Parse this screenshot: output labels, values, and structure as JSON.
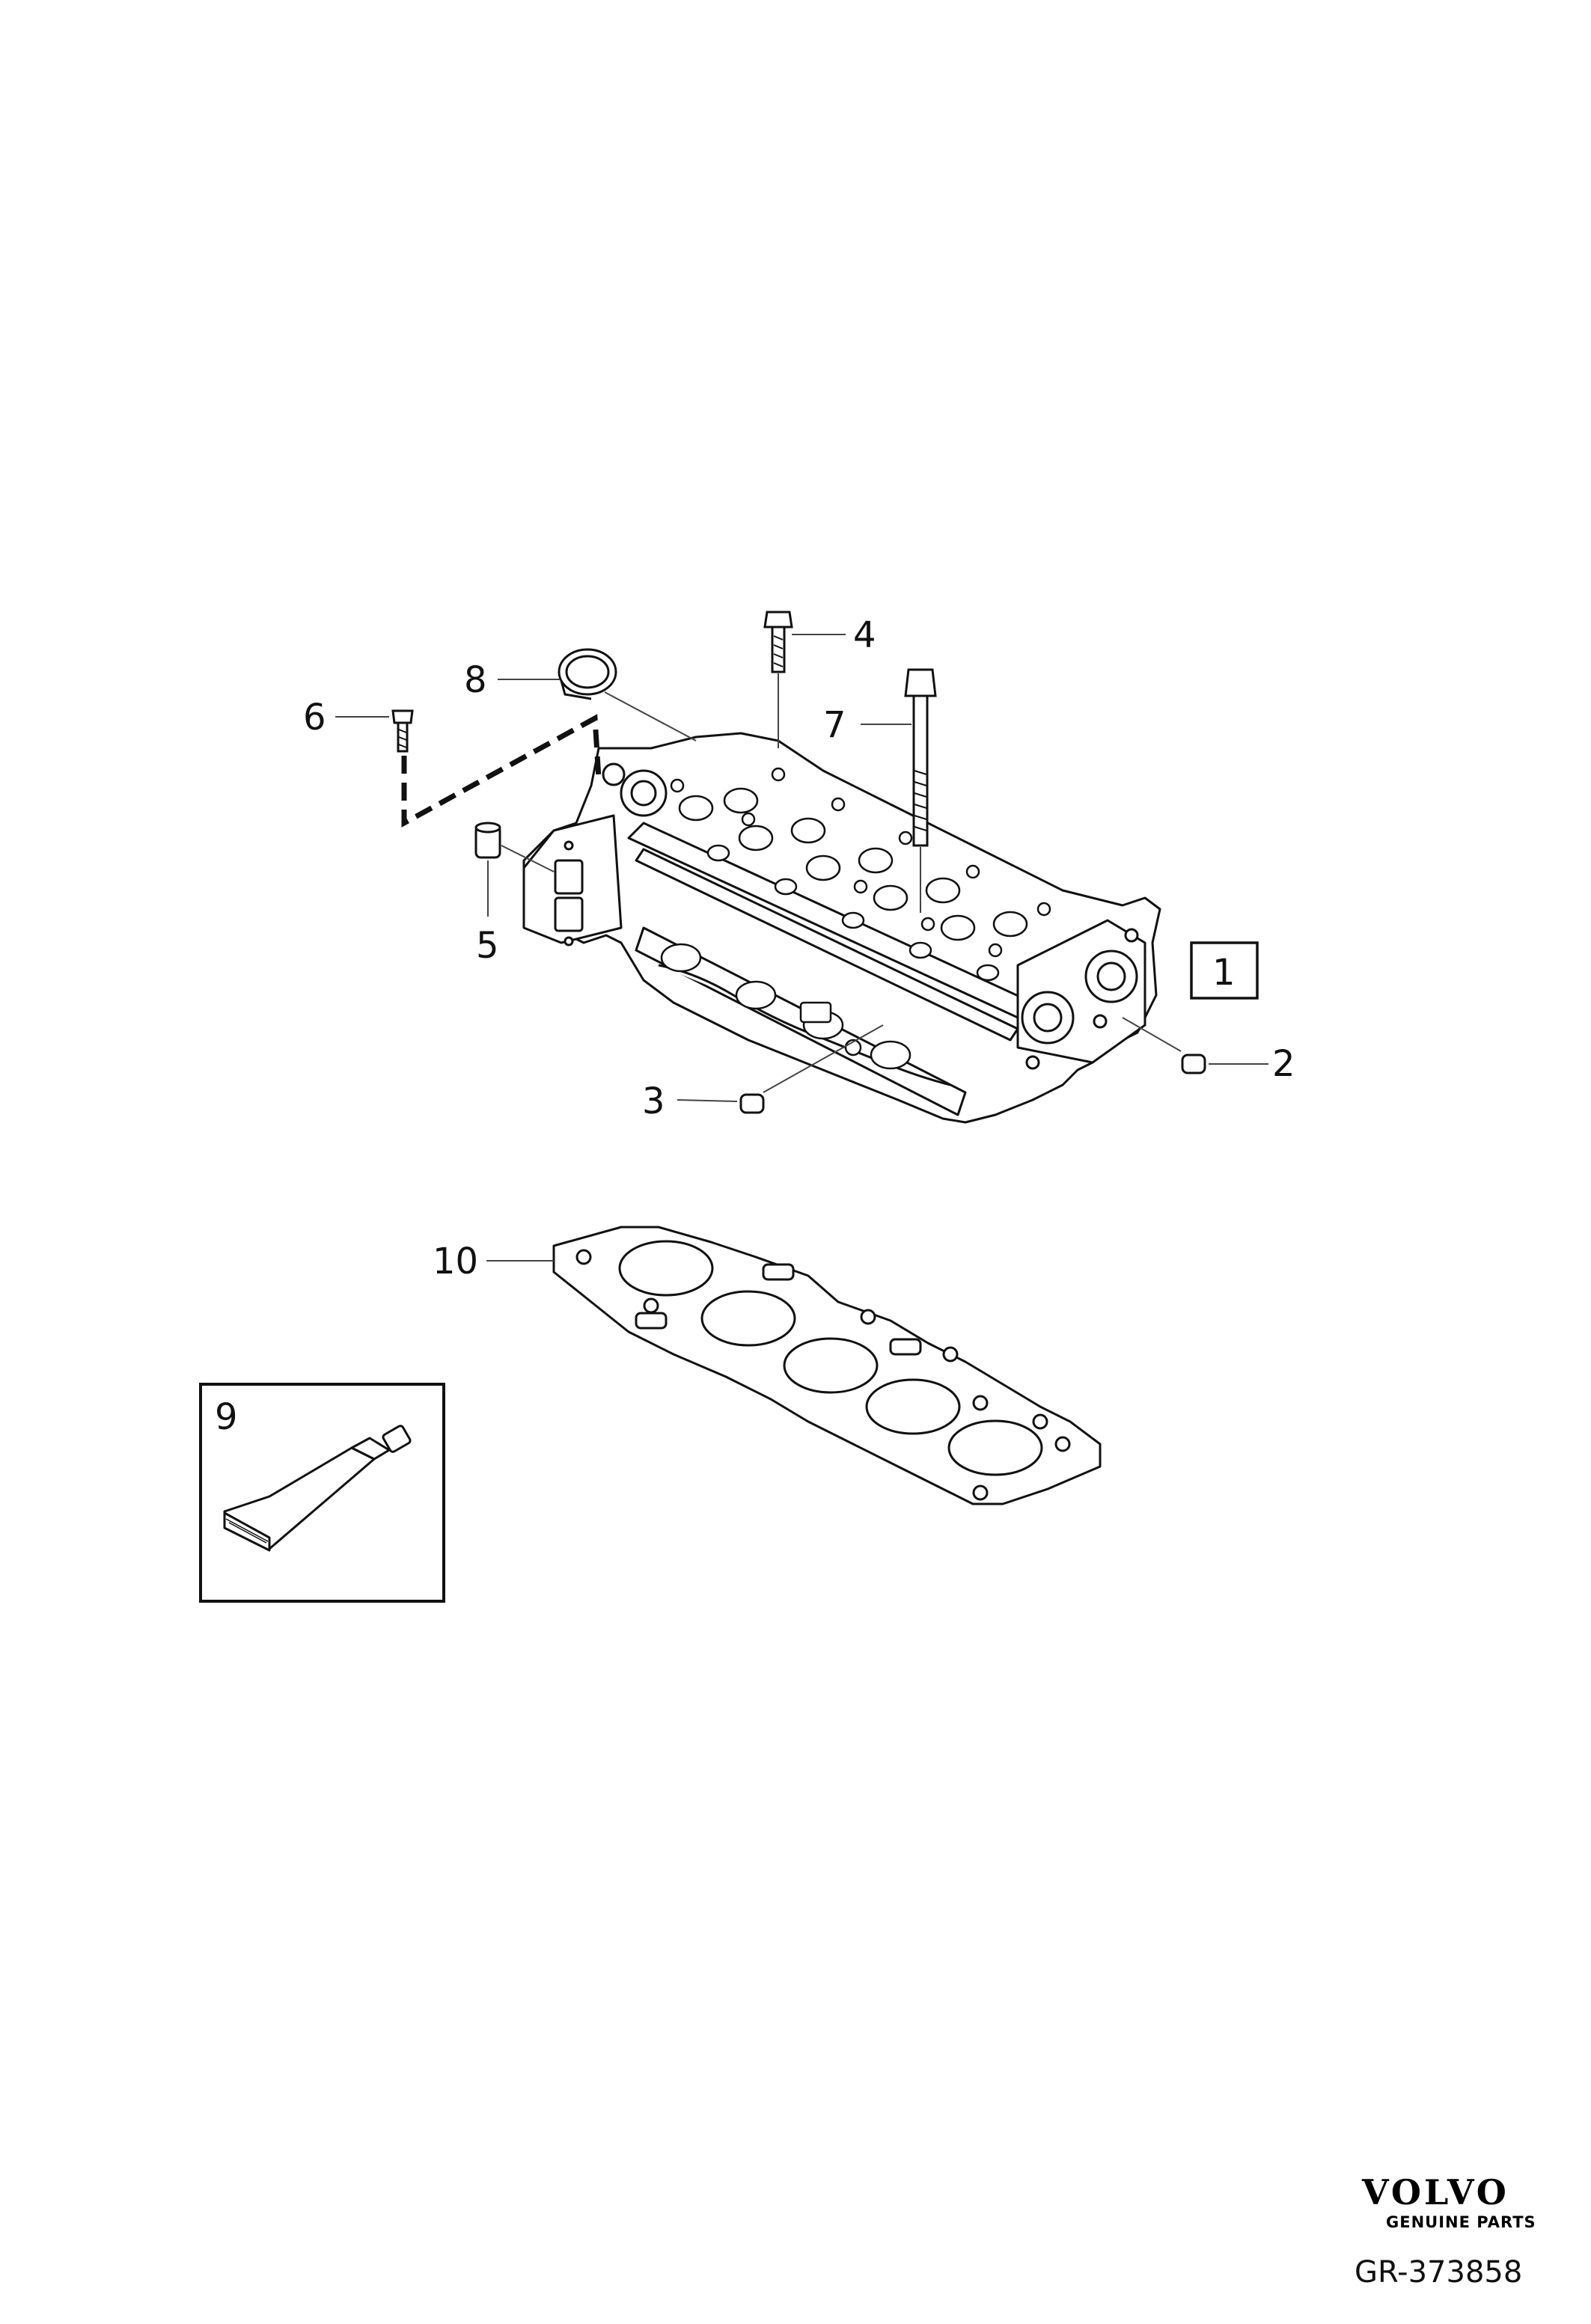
{
  "callouts": {
    "c1": "1",
    "c2": "2",
    "c3": "3",
    "c4": "4",
    "c5": "5",
    "c6": "6",
    "c7": "7",
    "c8": "8",
    "c9": "9",
    "c10": "10"
  },
  "branding": {
    "logo_text": "VOLVO",
    "tagline": "GENUINE PARTS",
    "drawing_number": "GR-373858"
  }
}
